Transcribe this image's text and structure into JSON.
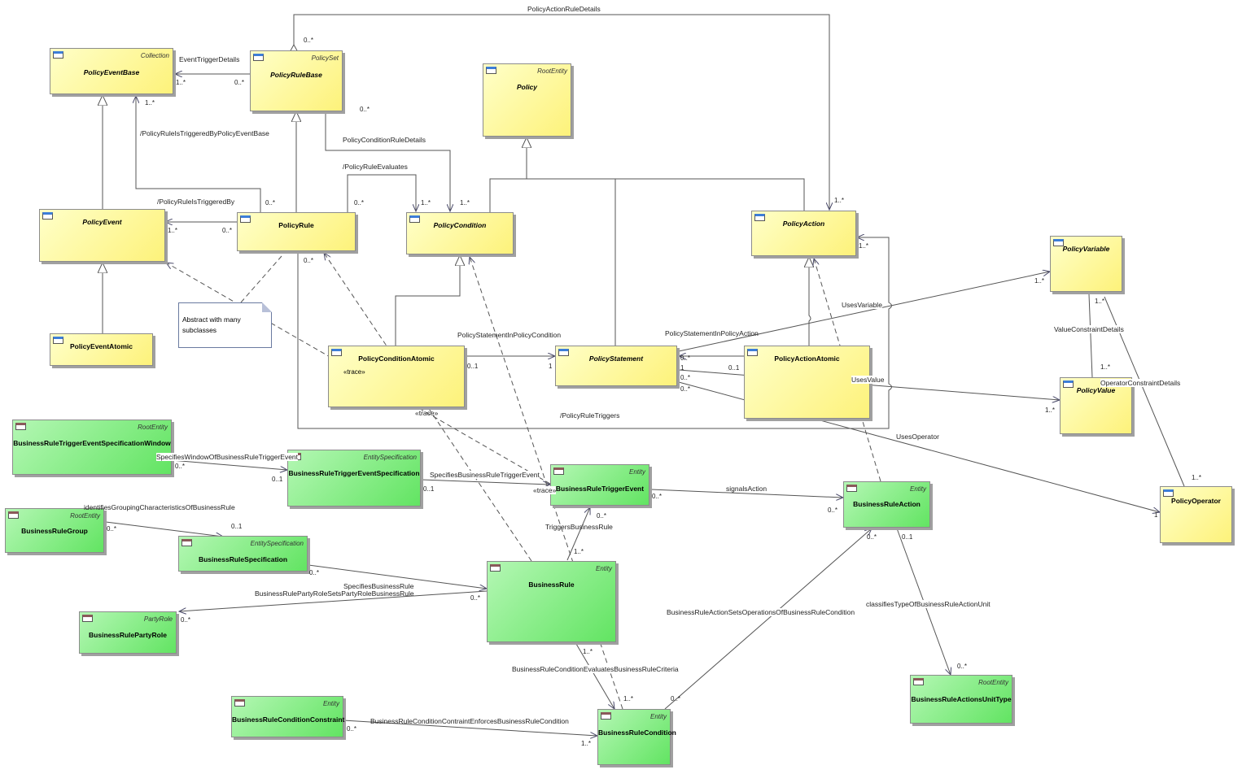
{
  "classes": {
    "policy_event_base": {
      "name": "PolicyEventBase",
      "stereotype": "Collection"
    },
    "policy_rule_base": {
      "name": "PolicyRuleBase",
      "stereotype": "PolicySet"
    },
    "policy": {
      "name": "Policy",
      "stereotype": "RootEntity"
    },
    "policy_event": {
      "name": "PolicyEvent",
      "stereotype": ""
    },
    "policy_rule": {
      "name": "PolicyRule",
      "stereotype": ""
    },
    "policy_condition": {
      "name": "PolicyCondition",
      "stereotype": ""
    },
    "policy_action": {
      "name": "PolicyAction",
      "stereotype": ""
    },
    "policy_variable": {
      "name": "PolicyVariable",
      "stereotype": ""
    },
    "policy_event_atomic": {
      "name": "PolicyEventAtomic",
      "stereotype": ""
    },
    "policy_condition_atomic": {
      "name": "PolicyConditionAtomic",
      "stereotype": "",
      "extra": "«trace»"
    },
    "policy_statement": {
      "name": "PolicyStatement",
      "stereotype": ""
    },
    "policy_action_atomic": {
      "name": "PolicyActionAtomic",
      "stereotype": ""
    },
    "policy_value": {
      "name": "PolicyValue",
      "stereotype": ""
    },
    "policy_operator": {
      "name": "PolicyOperator",
      "stereotype": ""
    },
    "br_trigger_event_spec_window": {
      "name": "BusinessRuleTriggerEventSpecificationWindow",
      "stereotype": "RootEntity"
    },
    "br_trigger_event_spec": {
      "name": "BusinessRuleTriggerEventSpecification",
      "stereotype": "EntitySpecification"
    },
    "br_trigger_event": {
      "name": "BusinessRuleTriggerEvent",
      "stereotype": "Entity"
    },
    "br_action": {
      "name": "BusinessRuleAction",
      "stereotype": "Entity"
    },
    "br_group": {
      "name": "BusinessRuleGroup",
      "stereotype": "RootEntity"
    },
    "br_specification": {
      "name": "BusinessRuleSpecification",
      "stereotype": "EntitySpecification"
    },
    "business_rule": {
      "name": "BusinessRule",
      "stereotype": "Entity"
    },
    "br_party_role": {
      "name": "BusinessRulePartyRole",
      "stereotype": "PartyRole"
    },
    "br_actions_unit_type": {
      "name": "BusinessRuleActionsUnitType",
      "stereotype": "RootEntity"
    },
    "br_condition_constraint": {
      "name": "BusinessRuleConditionConstraint",
      "stereotype": "Entity"
    },
    "br_condition": {
      "name": "BusinessRuleCondition",
      "stereotype": "Entity"
    }
  },
  "note": {
    "line1": "Abstract with many",
    "line2": "subclasses"
  },
  "labels": {
    "policy_action_rule_details": "PolicyActionRuleDetails",
    "event_trigger_details": "EventTriggerDetails",
    "policy_rule_is_triggered_by_policy_event_base": "/PolicyRuleIsTriggeredByPolicyEventBase",
    "policy_condition_rule_details": "PolicyConditionRuleDetails",
    "policy_rule_evaluates": "/PolicyRuleEvaluates",
    "policy_rule_is_triggered_by": "/PolicyRuleIsTriggeredBy",
    "uses_variable": "UsesVariable",
    "policy_statement_in_policy_condition": "PolicyStatementInPolicyCondition",
    "policy_statement_in_policy_action": "PolicyStatementInPolicyAction",
    "value_constraint_details": "ValueConstraintDetails",
    "operator_constraint_details": "OperatorConstraintDetails",
    "uses_value": "UsesValue",
    "policy_rule_triggers": "/PolicyRuleTriggers",
    "trace_1": "«trace»",
    "trace_2": "«trace»",
    "uses_operator": "UsesOperator",
    "specifies_window": "SpecifiesWindowOfBusinessRuleTriggerEvent",
    "specifies_br_trigger_event": "SpecifiesBusinessRuleTriggerEvent",
    "signals_action": "signalsAction",
    "identifies_grouping": "identifiesGroupingCharacteristicsOfBusinessRule",
    "triggers_business_rule": "TriggersBusinessRule",
    "specifies_business_rule": "SpecifiesBusinessRule",
    "br_party_role_sets": "BusinessRulePartyRoleSetsPartyRoleBusinessRule",
    "br_action_sets_operations": "BusinessRuleActionSetsOperationsOfBusinessRuleCondition",
    "classifies_type": "classifiesTypeOfBusinessRuleActionUnit",
    "br_condition_evaluates": "BusinessRuleConditionEvaluatesBusinessRuleCriteria",
    "br_condition_constraint_enforces": "BusinessRuleConditionContraintEnforcesBusinessRuleCondition"
  },
  "multiplicities": {
    "m01": "0..*",
    "m02": "1..*",
    "m03": "0..*",
    "m04": "1..*",
    "m05": "0..*",
    "m06": "0..*",
    "m07": "0..*",
    "m08": "1..*",
    "m09": "1..*",
    "m10": "1..*",
    "m11": "1..*",
    "m12": "0..*",
    "m13": "0..*",
    "m14": "1..*",
    "m15": "1..*",
    "m16": "1..*",
    "m17": "1..*",
    "m18": "0..1",
    "m19": "1",
    "m20": "0..*",
    "m21": "0..1",
    "m22": "1",
    "m23": "0..*",
    "m24": "0..*",
    "m25": "1..*",
    "m26": "1..*",
    "m27": "1",
    "m28": "0..*",
    "m29": "0..1",
    "m30": "0..1",
    "m31": "0..*",
    "m32": "0..*",
    "m33": "0..*",
    "m34": "0..*",
    "m35": "0..1",
    "m36": "0..*",
    "m37": "0..1",
    "m38": "1..*",
    "m39": "0..*",
    "m40": "0..*",
    "m41": "0..*",
    "m42": "1..*",
    "m43": "1..*",
    "m44": "0..*",
    "m45": "0..*",
    "m46": "1..*",
    "m47": "0..*"
  }
}
